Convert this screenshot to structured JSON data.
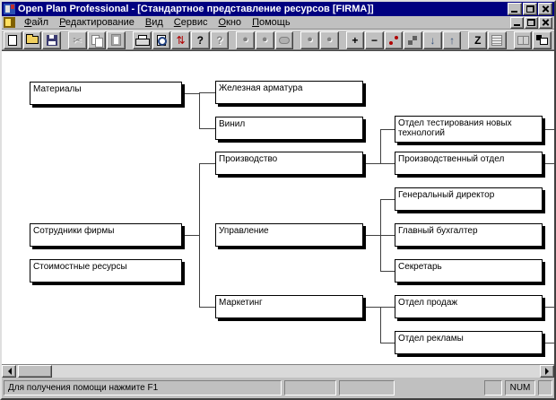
{
  "window": {
    "title": "Open Plan Professional - [Стандартное представление ресурсов [FIRMA]]"
  },
  "menu": {
    "items": [
      "Файл",
      "Редактирование",
      "Вид",
      "Сервис",
      "Окно",
      "Помощь"
    ]
  },
  "toolbar": {
    "glyphs": {
      "cut": "✂",
      "import_export": "⇅",
      "help": "?",
      "context_help": "?",
      "circle": "●",
      "add": "+",
      "remove": "−",
      "move_down": "↓",
      "move_up": "↑",
      "zigzag": "Z"
    }
  },
  "tree": {
    "nodes": {
      "materialy": "Материалы",
      "zheleznaya_armatura": "Железная арматура",
      "vinil": "Винил",
      "proizvodstvo": "Производство",
      "upravlenie": "Управление",
      "marketing": "Маркетинг",
      "sotrudniki_firmy": "Сотрудники фирмы",
      "stoimostnye_resursy": "Стоимостные ресурсы",
      "otdel_testirovaniya": "Отдел тестирования новых технологий",
      "proizvodstvennyj_otdel": "Производственный отдел",
      "generalnyj_direktor": "Генеральный директор",
      "glavnyj_buhgalter": "Главный бухгалтер",
      "sekretar": "Секретарь",
      "otdel_prodazh": "Отдел продаж",
      "otdel_reklamy": "Отдел рекламы"
    }
  },
  "status": {
    "message": "Для получения помощи нажмите F1",
    "num_indicator": "NUM"
  },
  "colors": {
    "title_bar": "#000080",
    "chrome": "#c0c0c0",
    "canvas": "#ffffff",
    "accent_red": "#b00000"
  }
}
